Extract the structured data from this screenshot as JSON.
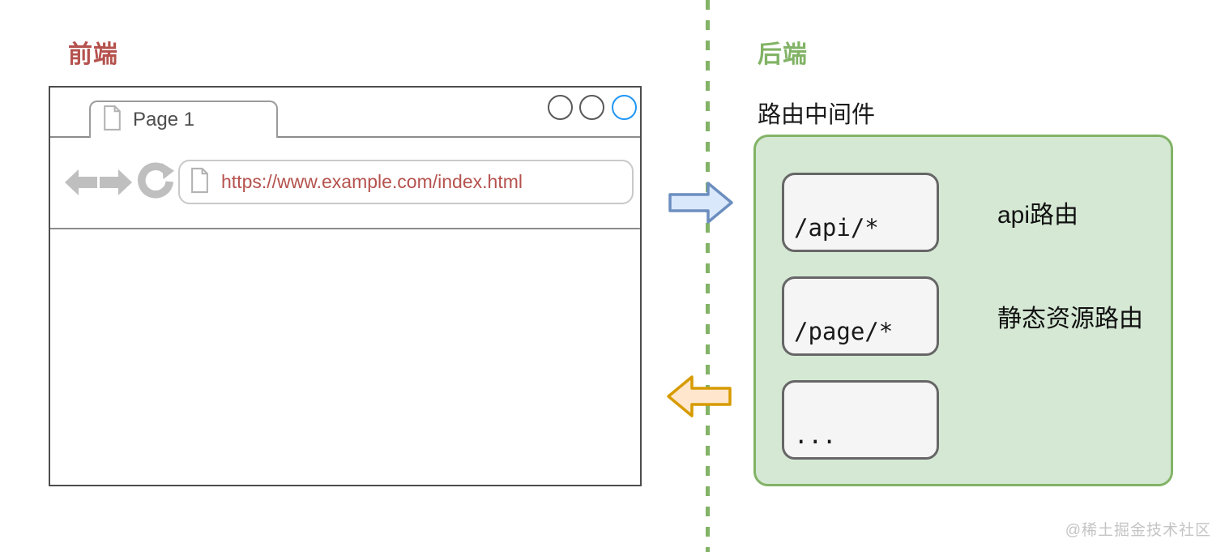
{
  "frontend": {
    "label": "前端",
    "browser": {
      "tab_title": "Page 1",
      "url": "https://www.example.com/index.html"
    }
  },
  "backend": {
    "label": "后端",
    "middleware_title": "路由中间件",
    "routes": [
      {
        "pattern": "/api/*",
        "label": "api路由"
      },
      {
        "pattern": "/page/*",
        "label": "静态资源路由"
      },
      {
        "pattern": "...",
        "label": ""
      }
    ]
  },
  "watermark": "@稀土掘金技术社区",
  "icons": {
    "tab_icon": "page-icon",
    "urlbar_icon": "page-icon",
    "nav_icons": [
      "back-icon",
      "forward-icon",
      "refresh-icon"
    ],
    "flow_icons": [
      "request-arrow-right-icon",
      "response-arrow-left-icon"
    ],
    "window_dots": [
      "window-dot",
      "window-dot",
      "window-dot-active"
    ]
  },
  "colors": {
    "frontend_accent": "#B5524E",
    "backend_accent": "#82B366",
    "panel_fill": "#D5E8D4",
    "route_box_fill": "#F5F5F5",
    "route_box_border": "#666666",
    "request_arrow_fill": "#DAE8FC",
    "request_arrow_border": "#6C8EBF",
    "response_arrow_fill": "#FFE6CC",
    "response_arrow_border": "#D79B00",
    "active_dot": "#2196F3",
    "url_text": "#B5524E",
    "nav_icon_gray": "#BFBFBF"
  }
}
